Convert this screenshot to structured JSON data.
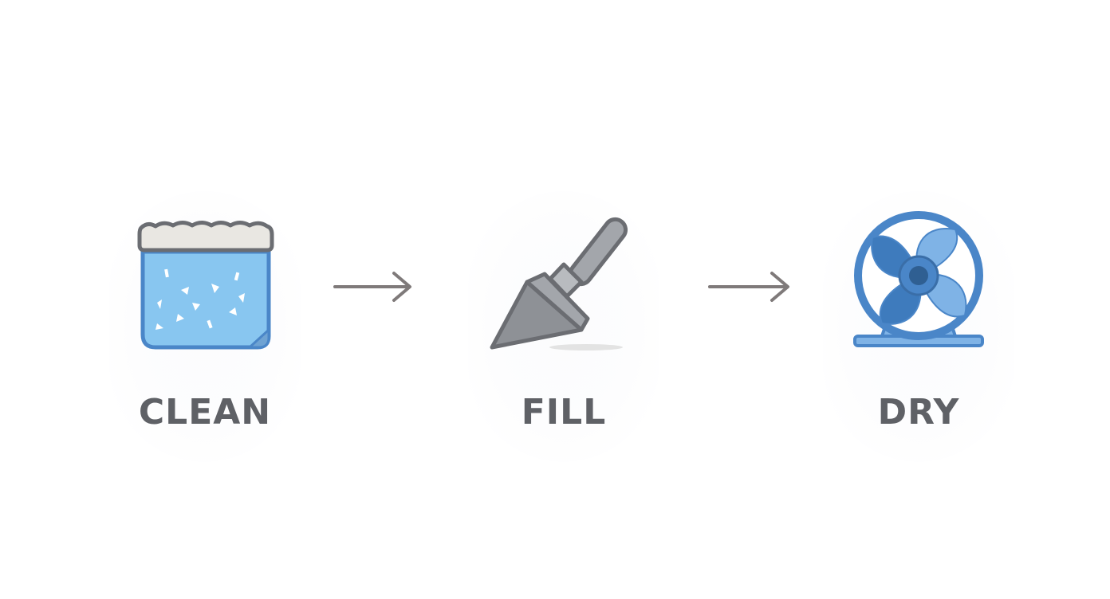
{
  "steps": [
    {
      "label": "CLEAN",
      "icon": "water-container-icon"
    },
    {
      "label": "FILL",
      "icon": "trowel-icon"
    },
    {
      "label": "DRY",
      "icon": "fan-icon"
    }
  ],
  "arrows": [
    "right-arrow-icon",
    "right-arrow-icon"
  ],
  "colors": {
    "label": "#5f6166",
    "outline": "#6b6d72",
    "water": "#88c6f0",
    "blue": "#4a86c8",
    "light_blue": "#7fb3e6",
    "trowel_gray": "#8e9196",
    "arrow": "#7f7a7a"
  }
}
